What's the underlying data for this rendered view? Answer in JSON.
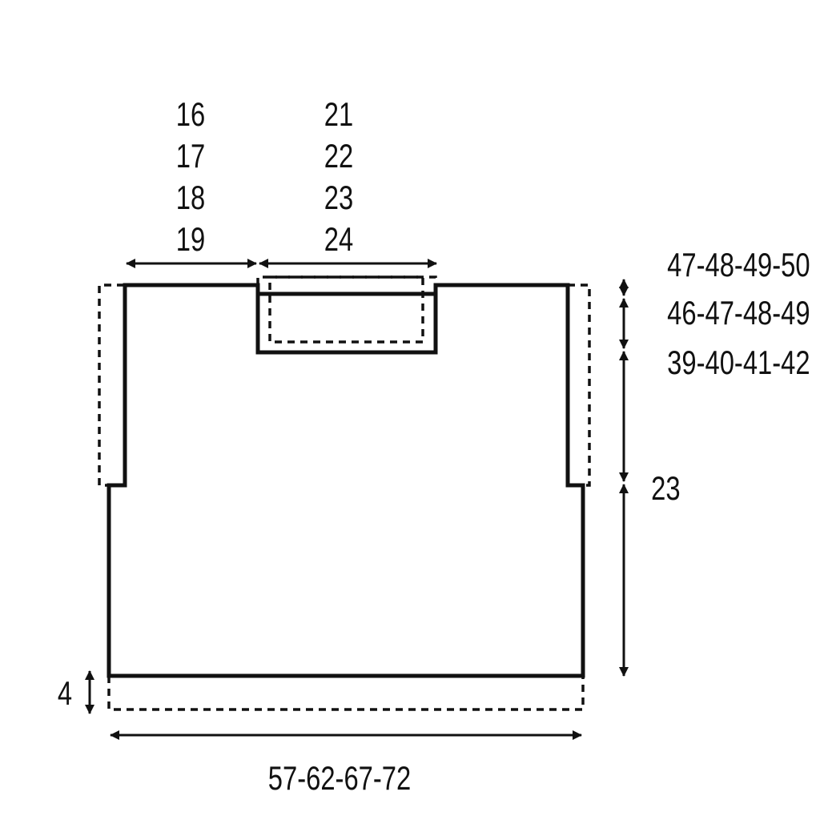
{
  "measurements": {
    "shoulder_width": [
      "16",
      "17",
      "18",
      "19"
    ],
    "neck_width": [
      "21",
      "22",
      "23",
      "24"
    ],
    "total_height": "47-48-49-50",
    "neck_depth_outer": "46-47-48-49",
    "armhole_height": "39-40-41-42",
    "body_height": "23",
    "hem_depth": "4",
    "body_width": "57-62-67-72"
  }
}
